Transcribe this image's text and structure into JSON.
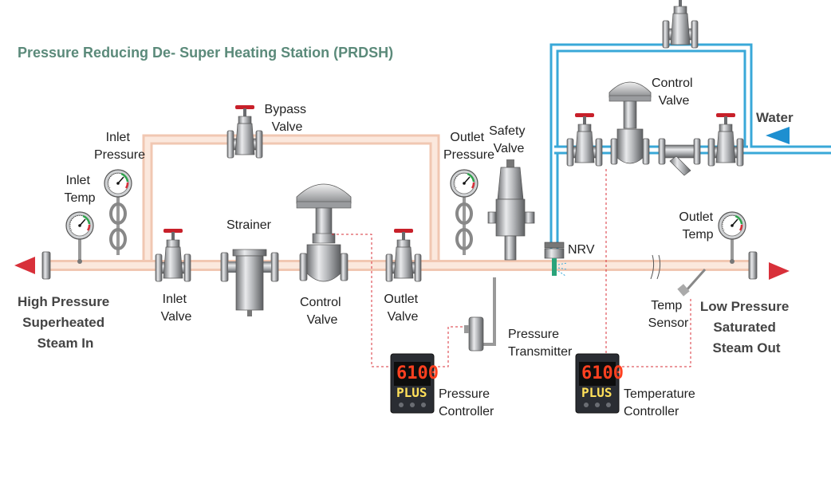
{
  "title": "Pressure Reducing De- Super Heating Station (PRDSH)",
  "labels": {
    "inlet_temp": [
      "Inlet",
      "Temp"
    ],
    "inlet_pressure": [
      "Inlet",
      "Pressure"
    ],
    "bypass_valve": [
      "Bypass",
      "Valve"
    ],
    "strainer": "Strainer",
    "inlet_valve": [
      "Inlet",
      "Valve"
    ],
    "control_valve_main": [
      "Control",
      "Valve"
    ],
    "outlet_valve": [
      "Outlet",
      "Valve"
    ],
    "outlet_pressure": [
      "Outlet",
      "Pressure"
    ],
    "safety_valve": [
      "Safety",
      "Valve"
    ],
    "nrv": "NRV",
    "control_valve_water": [
      "Control",
      "Valve"
    ],
    "water": "Water",
    "outlet_temp": [
      "Outlet",
      "Temp"
    ],
    "temp_sensor": [
      "Temp",
      "Sensor"
    ],
    "pressure_transmitter": [
      "Pressure",
      "Transmitter"
    ],
    "pressure_controller": [
      "Pressure",
      "Controller"
    ],
    "temperature_controller": [
      "Temperature",
      "Controller"
    ],
    "steam_in": [
      "High Pressure",
      "Superheated",
      "Steam In"
    ],
    "steam_out": [
      "Low Pressure",
      "Saturated",
      "Steam Out"
    ]
  },
  "controller_display": {
    "value": "6100",
    "model": "PLUS"
  },
  "colors": {
    "title": "#5b8a7a",
    "steam_pipe": "#f9d9c8",
    "water_pipe": "#39a8d8",
    "arrow_in": "#d8303a",
    "arrow_water": "#1e8fd0",
    "valve_handle": "#c8202a",
    "signal_line": "#d8303a"
  }
}
